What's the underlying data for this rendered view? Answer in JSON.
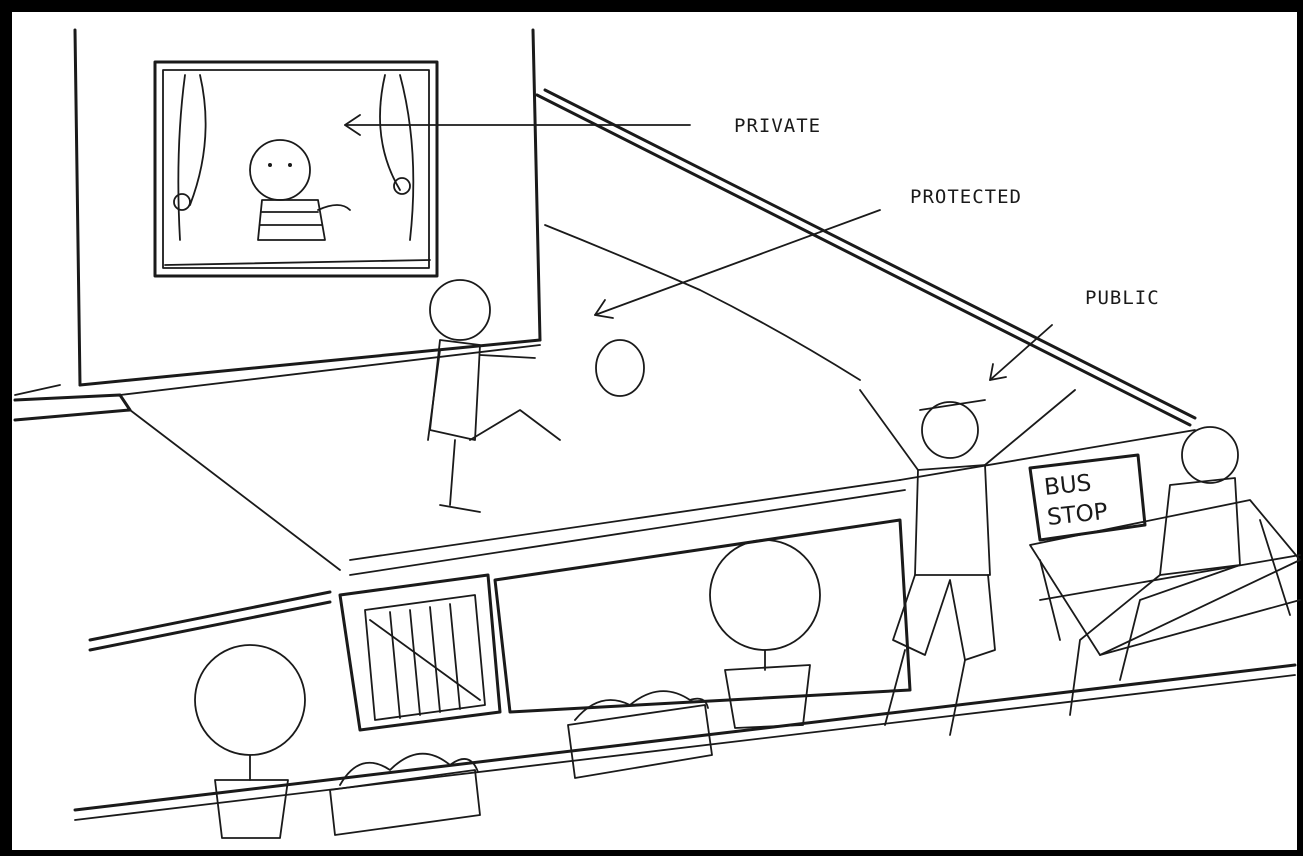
{
  "labels": {
    "private": "PRIVATE",
    "protected": "PROTECTED",
    "public": "PUBLIC"
  },
  "sign": {
    "line1": "BUS",
    "line2": "STOP"
  },
  "colors": {
    "frame": "#000000",
    "paper": "#ffffff",
    "ink": "#1a1a1a"
  }
}
